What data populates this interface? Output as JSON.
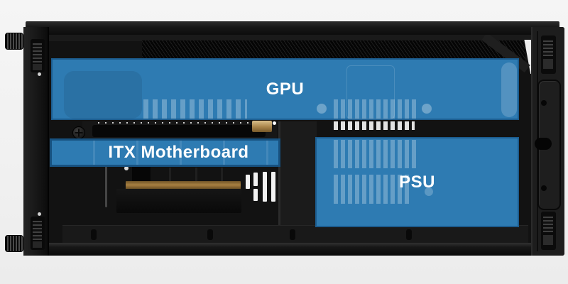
{
  "labels": {
    "gpu": "GPU",
    "itx": "ITX Motherboard",
    "psu": "PSU"
  },
  "colors": {
    "overlay_fill": "#2E7BB2",
    "overlay_border": "#1C5C8E",
    "overlay_vent_highlight": "rgba(255,255,255,0.27)",
    "label_text": "#FFFFFF",
    "background": "#F2F2F2",
    "case_black": "#141414",
    "copper_riser": "#A0793C"
  }
}
